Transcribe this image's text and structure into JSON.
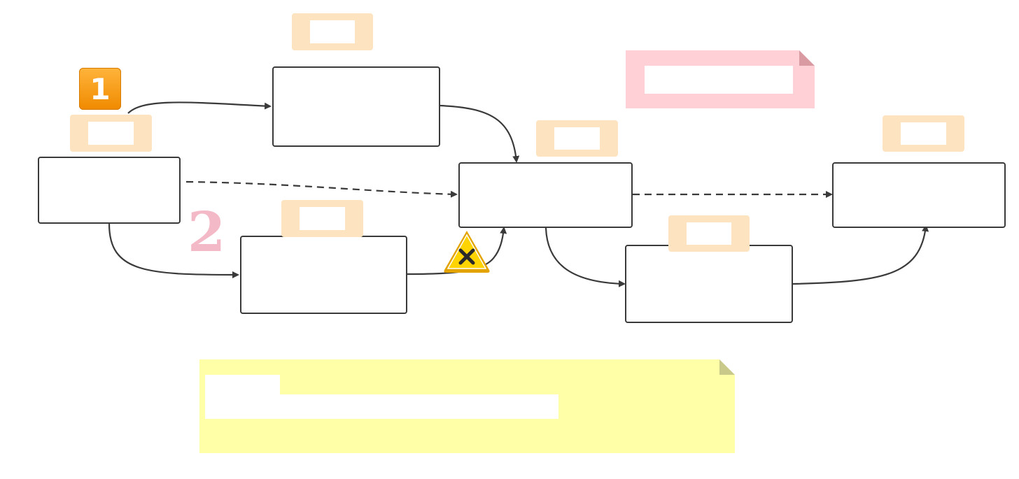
{
  "diagram": {
    "nodes": [
      {
        "id": "start",
        "label": ""
      },
      {
        "id": "upper",
        "label": ""
      },
      {
        "id": "lower",
        "label": ""
      },
      {
        "id": "middle",
        "label": ""
      },
      {
        "id": "right-lower",
        "label": ""
      },
      {
        "id": "end",
        "label": ""
      }
    ],
    "tags": [
      {
        "id": "tag-upper",
        "label": ""
      },
      {
        "id": "tag-start",
        "label": ""
      },
      {
        "id": "tag-lower",
        "label": ""
      },
      {
        "id": "tag-middle",
        "label": ""
      },
      {
        "id": "tag-right-lower",
        "label": ""
      },
      {
        "id": "tag-end",
        "label": ""
      }
    ],
    "badges": {
      "one": "1",
      "two": "2"
    },
    "warning_icon": "warning-x-icon",
    "notes": {
      "pink": {
        "text": ""
      },
      "yellow": {
        "heading": "",
        "body": ""
      }
    },
    "colors": {
      "tag_fill": "#fde3bf",
      "node_border": "#3a3a3a",
      "pink_note": "#ffd0d5",
      "yellow_note": "#ffffa8",
      "badge_orange": "#f39b12",
      "badge_pink": "#f4b9c6",
      "warning_yellow": "#f7c600"
    }
  }
}
